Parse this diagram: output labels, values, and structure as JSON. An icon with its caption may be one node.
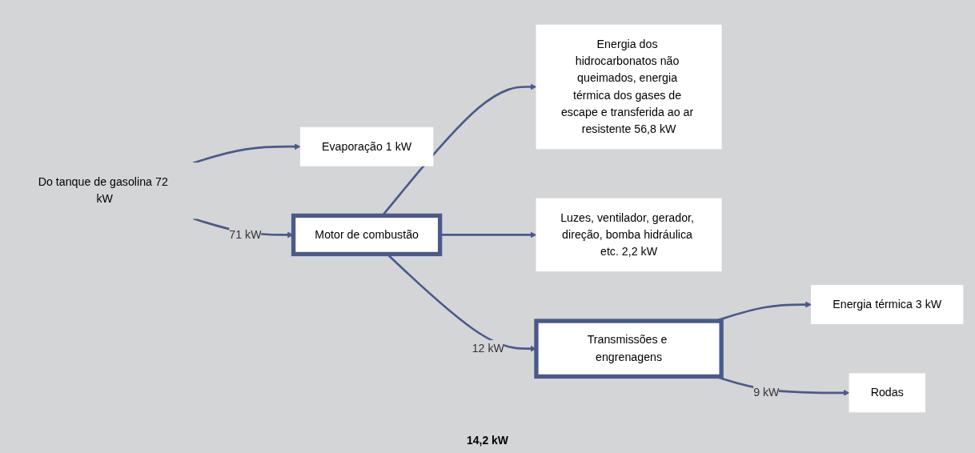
{
  "diagram": {
    "nodes": [
      {
        "text": [
          "Do tanque de gasolina 72 kW"
        ]
      },
      {
        "text": [
          "Evaporação 1 kW"
        ]
      },
      {
        "text": [
          "Motor de combustão"
        ]
      },
      {
        "text": [
          "Energia dos hidrocarbonatos não queimados, energia térmica dos gases de escape e transferida ao ar resistente 56,8 kW"
        ]
      },
      {
        "text": [
          "Luzes, ventilador, gerador, direção, bomba hidráulica etc. 2,2 kW"
        ]
      },
      {
        "text": [
          "Transmissões e engrenagens"
        ]
      },
      {
        "text": [
          "Energia térmica 3 kW"
        ]
      },
      {
        "text": [
          "Rodas"
        ]
      }
    ],
    "edges": [
      {
        "from": 0,
        "to": 1,
        "arrow": "to"
      },
      {
        "from": 0,
        "to": 2,
        "arrow": "to",
        "label": "71 kW"
      },
      {
        "from": 2,
        "to": 3,
        "arrow": "to"
      },
      {
        "from": 2,
        "to": 4,
        "arrow": "to"
      },
      {
        "from": 2,
        "to": 5,
        "arrow": "to",
        "label": "12 kW"
      },
      {
        "from": 5,
        "to": 6,
        "arrow": "to"
      },
      {
        "from": 5,
        "to": 7,
        "arrow": "to",
        "label": "9 kW"
      }
    ],
    "labels": [
      "14,2 kW"
    ]
  }
}
